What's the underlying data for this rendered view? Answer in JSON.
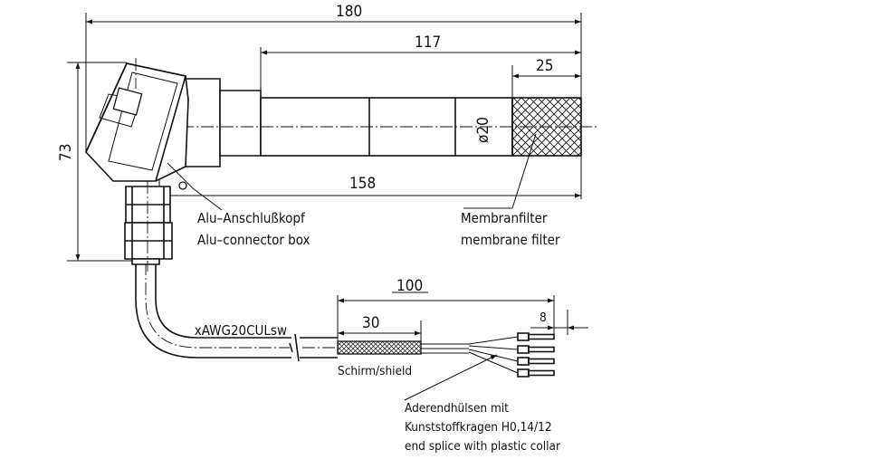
{
  "dimensions": {
    "overall_length": "180",
    "tube_length": "117",
    "filter_length": "25",
    "diameter": "ø20",
    "connector_to_filter": "158",
    "height": "73",
    "cable_strip": "100",
    "shield_length": "30",
    "wire_end": "8"
  },
  "labels": {
    "connector_box_de": "Alu–Anschlußkopf",
    "connector_box_en": "Alu–connector box",
    "membrane_filter_de": "Membranfilter",
    "membrane_filter_en": "membrane filter",
    "cable_type": "_xAWG20CULsw",
    "shield": "Schirm/shield",
    "end_splice_de_1": "Aderendhülsen mit",
    "end_splice_de_2": "Kunststoffkragen H0,14/12",
    "end_splice_en": "end splice with plastic collar"
  }
}
